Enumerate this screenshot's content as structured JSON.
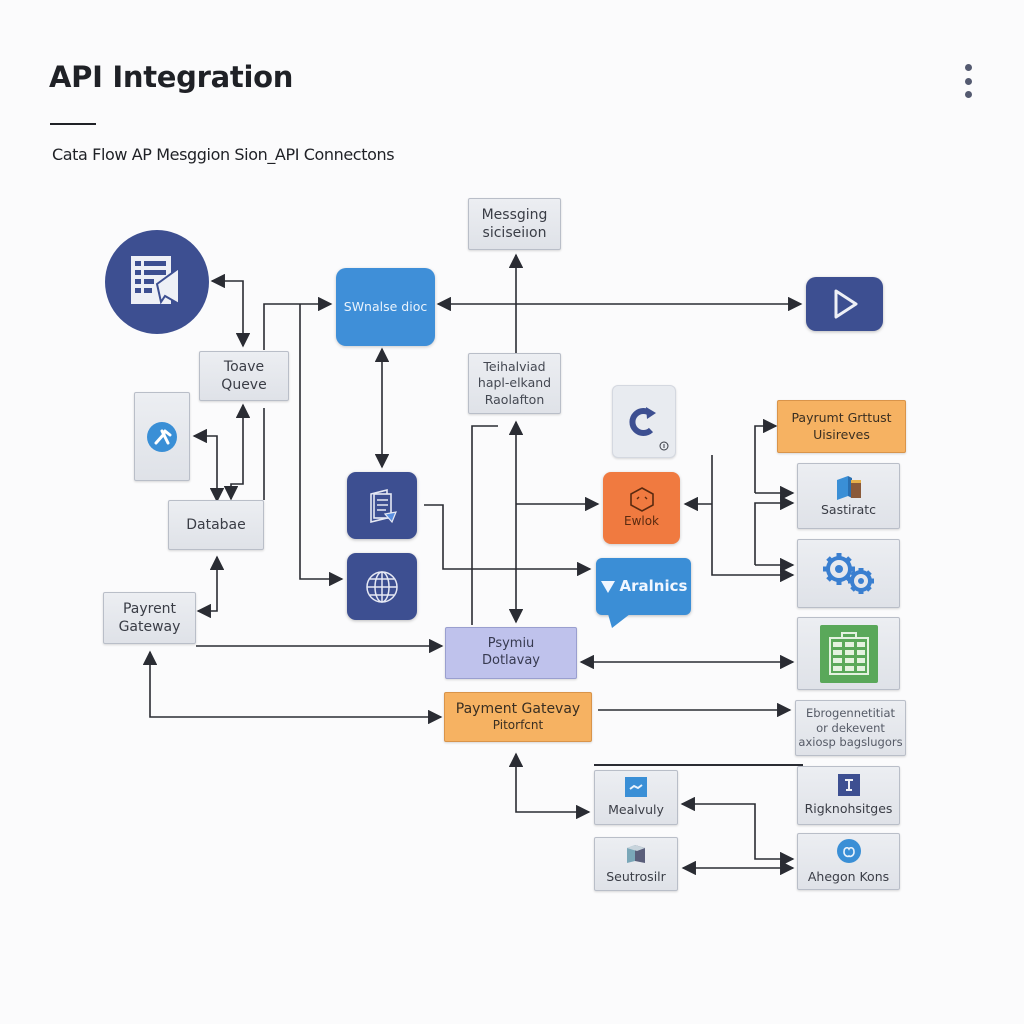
{
  "header": {
    "title": "API Integration",
    "subtitle": "Cata Flow AP Mesggion Sion_API Connectons",
    "menu_icon": "kebab-vertical-icon"
  },
  "colors": {
    "navy": "#3d4f91",
    "blue": "#3f8fd8",
    "orange": "#f07a40",
    "amber": "#f6b262",
    "lavender": "#bfc2ec",
    "green": "#5aa85a",
    "gray_node": "#e4e6eb",
    "wire": "#2a2c33"
  },
  "nodes": {
    "spreadsheet_chat": {
      "icon": "spreadsheet-chat-icon"
    },
    "task_queue": {
      "line1": "Toave",
      "line2": "Queve"
    },
    "tools": {
      "icon": "tools-icon"
    },
    "database": {
      "label": "Databae"
    },
    "payment_gateway_left": {
      "line1": "Payrent",
      "line2": "Gateway"
    },
    "service_hub": {
      "label": "SWnalse dioc"
    },
    "messaging": {
      "line1": "Messging",
      "line2": "siciseiıon"
    },
    "technical_resolution": {
      "line1": "Teihalviad",
      "line2": "hapl-elkand",
      "line3": "Raolafton"
    },
    "refresh": {
      "icon": "refresh-icon",
      "badge_icon": "info-icon"
    },
    "play": {
      "icon": "play-icon"
    },
    "document": {
      "icon": "document-icon"
    },
    "globe": {
      "icon": "globe-icon"
    },
    "event_hook": {
      "icon": "hexagon-hook-icon",
      "label": "Ewlok"
    },
    "analytics": {
      "icon": "analytics-logo-icon",
      "label": "Aralnics"
    },
    "payment_gateway_service": {
      "line1": "Payrumt Grttust",
      "line2": "Uisireves"
    },
    "storage": {
      "icon": "cube-storage-icon",
      "label": "Sastiratc"
    },
    "settings_gears": {
      "icon": "gears-icon"
    },
    "payment_dataway": {
      "line1": "Psymiu",
      "line2": "Dotlavay"
    },
    "sheets": {
      "icon": "green-spreadsheet-icon"
    },
    "payment_gateway_platform": {
      "line1": "Payment Gatevay",
      "line2": "Pitorfcnt"
    },
    "engagement": {
      "line1": "Ebrogennetitiat",
      "line2": "or dekevent",
      "line3": "axiosp bagslugors"
    },
    "monthly": {
      "icon": "chart-tile-icon",
      "label": "Mealvuly"
    },
    "rights": {
      "icon": "pin-tile-icon",
      "label": "Rigknohsitges"
    },
    "storage_box": {
      "icon": "box-icon",
      "label": "Seutrosilr"
    },
    "agent_notes": {
      "icon": "apple-circle-icon",
      "label": "Ahegon Kons"
    }
  }
}
